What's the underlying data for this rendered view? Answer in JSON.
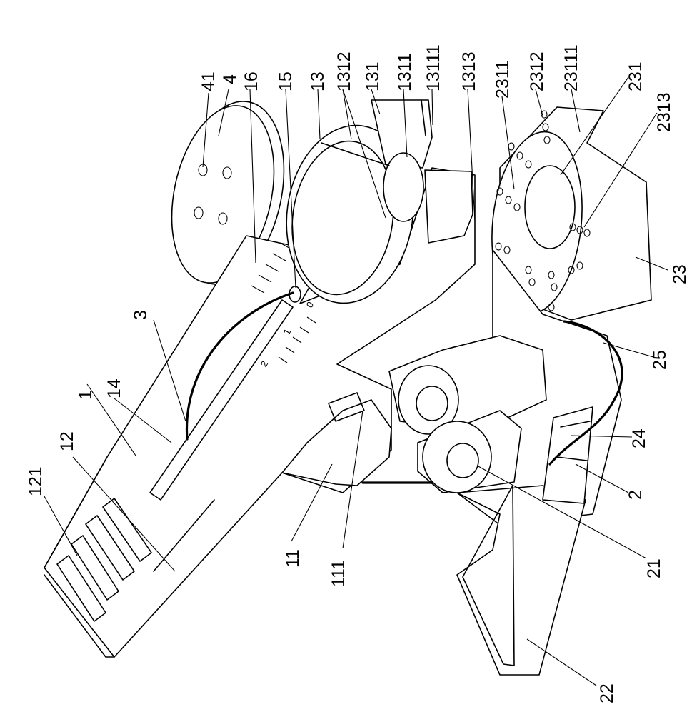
{
  "figure": {
    "labels": {
      "l41": "41",
      "l4": "4",
      "l16": "16",
      "l15": "15",
      "l13": "13",
      "l1312": "1312",
      "l131": "131",
      "l1311": "1311",
      "l13111": "13111",
      "l1313": "1313",
      "l2311": "2311",
      "l2312": "2312",
      "l23111": "23111",
      "l231": "231",
      "l2313": "2313",
      "l23": "23",
      "l25": "25",
      "l24": "24",
      "l2": "2",
      "l21": "21",
      "l22": "22",
      "l3": "3",
      "l14": "14",
      "l1": "1",
      "l12": "12",
      "l121": "121",
      "l11": "11",
      "l111": "111"
    },
    "scale_marks": {
      "s0": "0",
      "s1": "1",
      "s2": "2"
    }
  }
}
